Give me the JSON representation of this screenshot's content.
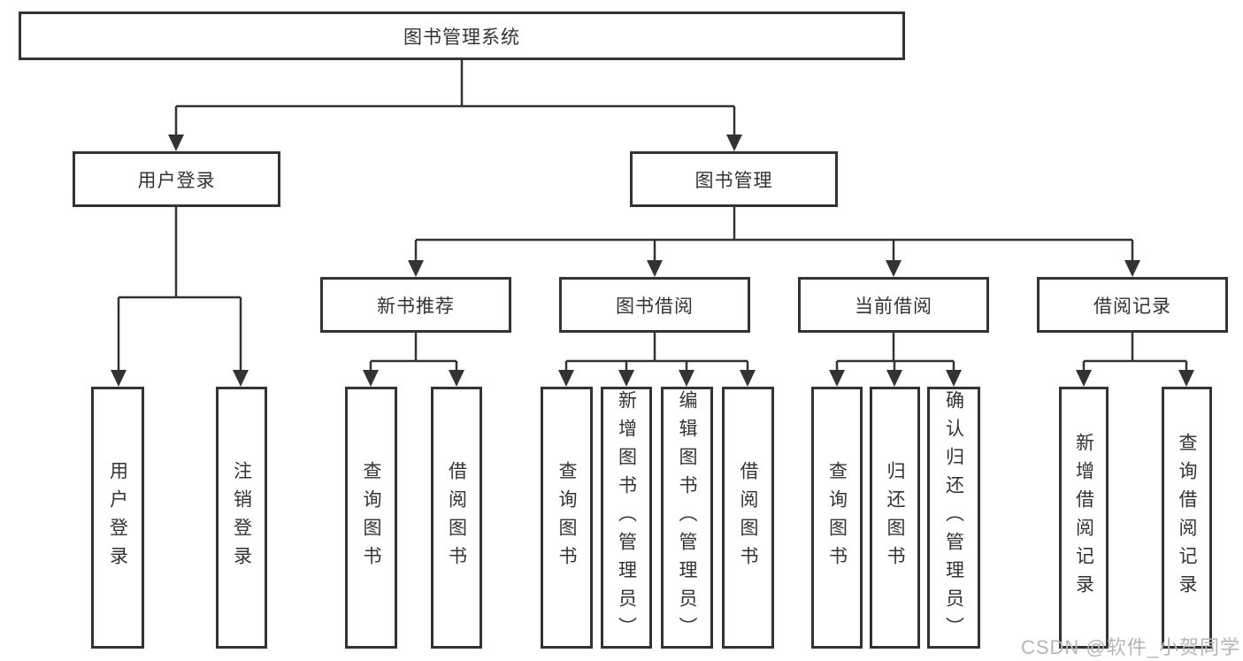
{
  "page": {
    "background": "#ffffff",
    "line_color": "#333333",
    "text_color": "#333333",
    "watermark": "CSDN @软件_小贺同学",
    "watermark_color": "#b5b5b5"
  },
  "nodes": {
    "root": {
      "label": "图书管理系统"
    },
    "login": {
      "label": "用户登录",
      "children": {
        "user_login": {
          "label": "用户登录"
        },
        "logout": {
          "label": "注销登录"
        }
      }
    },
    "management": {
      "label": "图书管理",
      "children": {
        "new_books": {
          "label": "新书推荐",
          "children": {
            "query_book": {
              "label": "查询图书"
            },
            "borrow_book": {
              "label": "借阅图书"
            }
          }
        },
        "book_borrow": {
          "label": "图书借阅",
          "children": {
            "query_book": {
              "label": "查询图书"
            },
            "add_book": {
              "label": "新增图书（管理员）"
            },
            "edit_book": {
              "label": "编辑图书（管理员）"
            },
            "borrow_book": {
              "label": "借阅图书"
            }
          }
        },
        "current_borrow": {
          "label": "当前借阅",
          "children": {
            "query_book": {
              "label": "查询图书"
            },
            "return_book": {
              "label": "归还图书"
            },
            "confirm_return": {
              "label": "确认归还（管理员）"
            }
          }
        },
        "borrow_records": {
          "label": "借阅记录",
          "children": {
            "add_record": {
              "label": "新增借阅记录"
            },
            "query_record": {
              "label": "查询借阅记录"
            }
          }
        }
      }
    }
  }
}
